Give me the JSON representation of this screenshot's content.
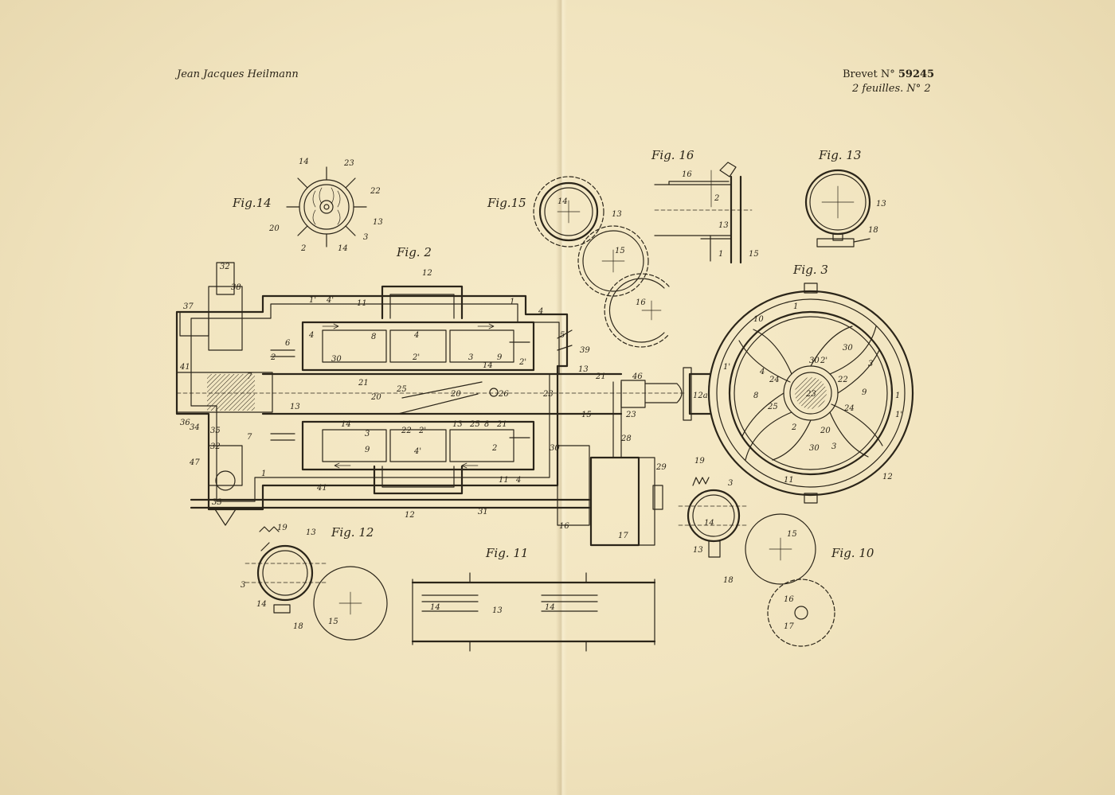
{
  "header": {
    "inventor": "Jean Jacques Heilmann",
    "brevet_prefix": "Brevet N°",
    "brevet_number": "59245",
    "feuilles": "2 feuilles. N° 2"
  },
  "figures": {
    "fig2": "Fig. 2",
    "fig3": "Fig. 3",
    "fig10": "Fig. 10",
    "fig11": "Fig. 11",
    "fig12": "Fig. 12",
    "fig13": "Fig. 13",
    "fig14": "Fig.14",
    "fig15": "Fig.15",
    "fig16": "Fig. 16"
  },
  "ref_numbers": {
    "n1": "1",
    "n1p": "1'",
    "n2": "2",
    "n2p": "2'",
    "n3": "3",
    "n4": "4",
    "n4p": "4'",
    "n5": "5",
    "n6": "6",
    "n7": "7",
    "n8": "8",
    "n9": "9",
    "n10": "10",
    "n11": "11",
    "n12": "12",
    "n13": "13",
    "n14": "14",
    "n15": "15",
    "n16": "16",
    "n17": "17",
    "n18": "18",
    "n19": "19",
    "n20": "20",
    "n21": "21",
    "n22": "22",
    "n23": "23",
    "n24": "24",
    "n25": "25",
    "n26": "26",
    "n28": "28",
    "n29": "29",
    "n30": "30",
    "n31": "31",
    "n32": "32",
    "n33": "33",
    "n34": "34",
    "n35": "35",
    "n36": "36",
    "n37": "37",
    "n38": "38",
    "n39": "39",
    "n41": "41",
    "n46": "46",
    "n47": "47",
    "n12a": "12a"
  }
}
